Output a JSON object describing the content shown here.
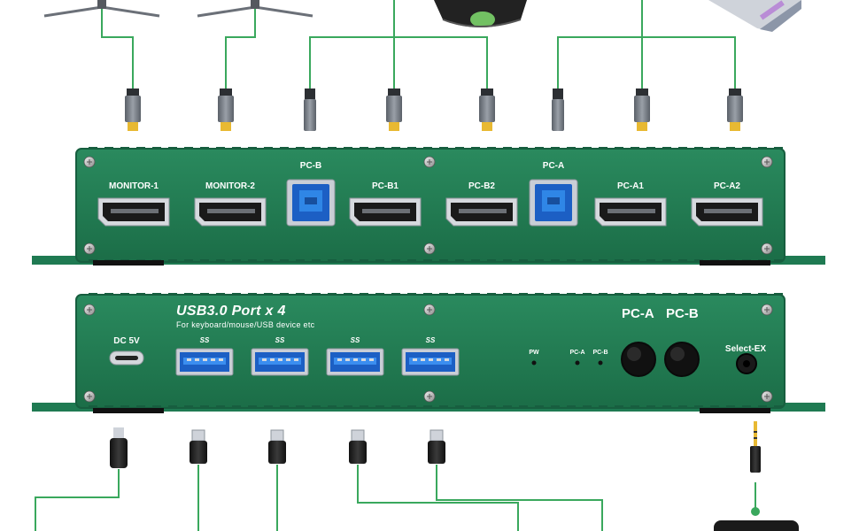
{
  "top_panel": {
    "group_labels": [
      "PC-B",
      "PC-A"
    ],
    "port_labels": [
      "MONITOR-1",
      "MONITOR-2",
      "PC-B1",
      "PC-B2",
      "PC-A1",
      "PC-A2"
    ]
  },
  "bottom_panel": {
    "title": "USB3.0 Port x 4",
    "subtitle": "For keyboard/mouse/USB device etc",
    "power_label": "DC 5V",
    "usb_logo": "SS",
    "pw_label": "PW",
    "led_a_label": "PC-A",
    "led_b_label": "PC-B",
    "button_a_label": "PC-A",
    "button_b_label": "PC-B",
    "select_label": "Select-EX"
  },
  "colors": {
    "panel": "#1f7a52",
    "panel_edge": "#175e3f",
    "cable": "#3aa85d",
    "background": "#ffffff"
  }
}
